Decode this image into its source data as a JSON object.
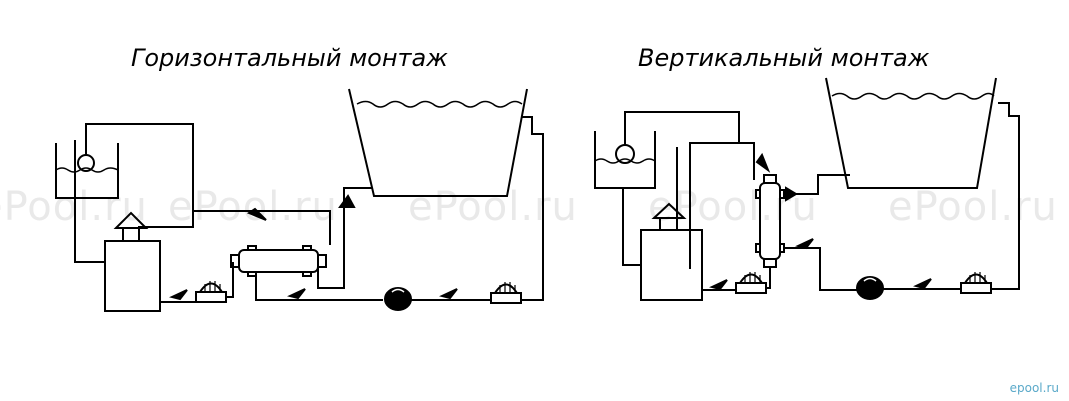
{
  "titles": {
    "horizontal": "Горизонтальный монтаж",
    "vertical": "Вертикальный монтаж"
  },
  "watermarks": [
    "ePool.ru",
    "ePool.ru",
    "ePool.ru",
    "ePool.ru",
    "ePool.ru"
  ],
  "corner_logo": "epool.ru",
  "colors": {
    "line": "#000000",
    "watermark": "#e9e9e9",
    "logo": "#5aa9c9"
  }
}
